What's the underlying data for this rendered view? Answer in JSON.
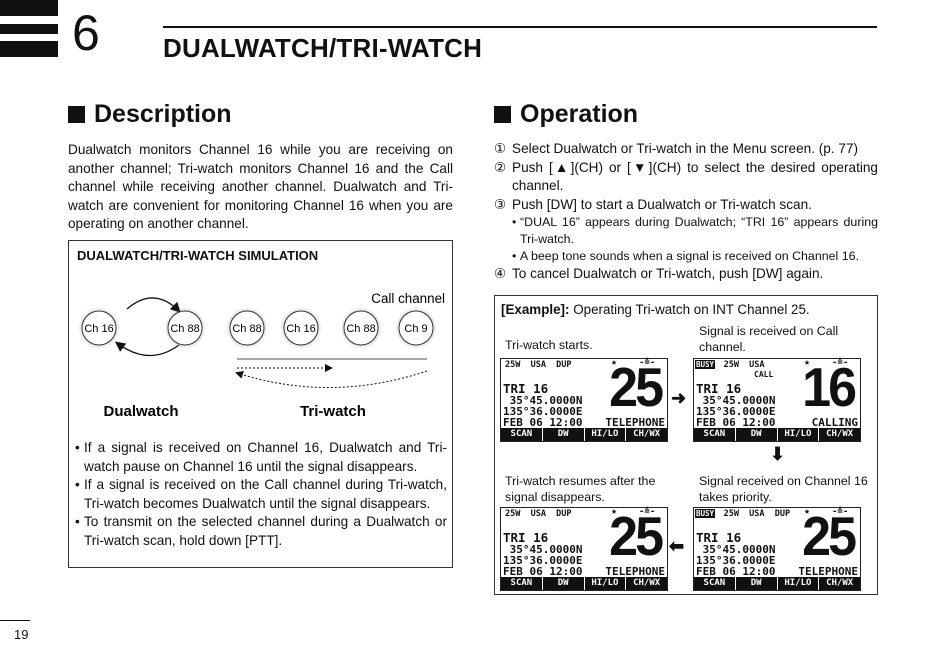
{
  "header": {
    "chapter_number": "6",
    "chapter_title": "DUALWATCH/TRI-WATCH"
  },
  "description": {
    "title": "Description",
    "text": "Dualwatch monitors Channel 16 while you are receiving on another channel; Tri-watch monitors Channel 16 and the Call channel while receiving another channel. Dualwatch and Tri-watch are convenient for monitoring Channel 16 when you are operating on another channel."
  },
  "simulation": {
    "title": "DUALWATCH/TRI-WATCH SIMULATION",
    "call_channel_label": "Call channel",
    "dualwatch_channels": [
      "Ch 16",
      "Ch 88"
    ],
    "triwatch_channels": [
      "Ch 88",
      "Ch 16",
      "Ch 88",
      "Ch 9"
    ],
    "dualwatch_label": "Dualwatch",
    "triwatch_label": "Tri-watch",
    "bullets": [
      "If a signal is received on Channel 16, Dualwatch and Tri-watch pause on Channel 16 until the signal disappears.",
      "If a signal is received on the Call channel during Tri-watch, Tri-watch becomes Dualwatch until the signal disappears.",
      "To transmit on the selected channel during a Dualwatch or Tri-watch scan, hold down [PTT]."
    ]
  },
  "operation": {
    "title": "Operation",
    "steps": [
      {
        "num": "①",
        "text": "Select Dualwatch or Tri-watch in the Menu screen. (p. 77)"
      },
      {
        "num": "②",
        "text": "Push [▲](CH) or [▼](CH) to select the desired operating channel."
      },
      {
        "num": "③",
        "text": "Push [DW] to start a Dualwatch or Tri-watch scan."
      },
      {
        "num": "④",
        "text": "To cancel Dualwatch or Tri-watch, push [DW] again."
      }
    ],
    "step3_notes": [
      "“DUAL 16” appears during Dualwatch; “TRI 16” appears during Tri-watch.",
      "A beep tone sounds when a signal is received on Channel 16."
    ]
  },
  "example": {
    "label": "[Example]:",
    "title": "Operating Tri-watch on INT Channel 25.",
    "captions": [
      "Tri-watch starts.",
      "Signal is received on Call channel.",
      "Tri-watch resumes after the signal disappears.",
      "Signal received on Channel 16 takes priority."
    ],
    "screens": [
      {
        "busy": "",
        "top": "25W  USA  DUP",
        "call": "",
        "mode": "TRI 16",
        "lat": " 35°45.0000N",
        "lon": "135°36.0000E",
        "date": "FEB 06 12:00",
        "channel": "25",
        "label": "TELEPHONE"
      },
      {
        "busy": "BUSY",
        "top": "     25W  USA",
        "call": "CALL",
        "mode": "TRI 16",
        "lat": " 35°45.0000N",
        "lon": "135°36.0000E",
        "date": "FEB 06 12:00",
        "channel": "16",
        "label": "CALLING"
      },
      {
        "busy": "",
        "top": "25W  USA  DUP",
        "call": "",
        "mode": "TRI 16",
        "lat": " 35°45.0000N",
        "lon": "135°36.0000E",
        "date": "FEB 06 12:00",
        "channel": "25",
        "label": "TELEPHONE"
      },
      {
        "busy": "BUSY",
        "top": "     25W  USA  DUP",
        "call": "",
        "mode": "TRI 16",
        "lat": " 35°45.0000N",
        "lon": "135°36.0000E",
        "date": "FEB 06 12:00",
        "channel": "25",
        "label": "TELEPHONE"
      }
    ],
    "softkeys": [
      "SCAN",
      "DW",
      "HI/LO",
      "CH/WX"
    ]
  },
  "footer": {
    "page_number": "19"
  }
}
